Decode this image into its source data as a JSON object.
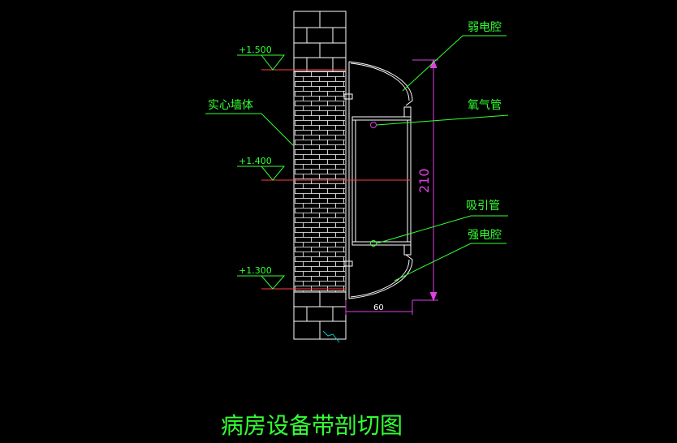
{
  "title": "病房设备带剖切图",
  "elevations": {
    "top": "+1.500",
    "middle": "+1.400",
    "bottom": "+1.300"
  },
  "labels": {
    "wall": "实心墙体",
    "weak_chamber": "弱电腔",
    "oxygen_pipe": "氧气管",
    "suction_pipe": "吸引管",
    "strong_chamber": "强电腔"
  },
  "dimensions": {
    "height": "210",
    "depth": "60"
  },
  "colors": {
    "background": "#000000",
    "lines": "#ffffff",
    "leaders": "#33ff33",
    "dimensions": "#e040e0",
    "level_lines": "#ff4040",
    "text": "#33ff33"
  }
}
